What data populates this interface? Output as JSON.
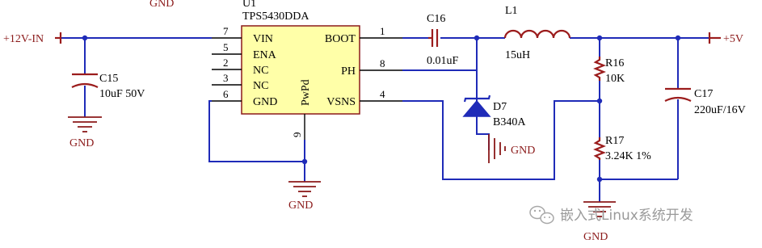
{
  "ic": {
    "ref": "U1",
    "part": "TPS5430DDA",
    "left_pins": [
      {
        "num": "7",
        "name": "VIN"
      },
      {
        "num": "5",
        "name": "ENA"
      },
      {
        "num": "2",
        "name": "NC"
      },
      {
        "num": "3",
        "name": "NC"
      },
      {
        "num": "6",
        "name": "GND"
      }
    ],
    "right_pins": [
      {
        "num": "1",
        "name": "BOOT"
      },
      {
        "num": "8",
        "name": "PH"
      },
      {
        "num": "4",
        "name": "VSNS"
      }
    ],
    "center_label": "PwPd",
    "bottom_pin": "9"
  },
  "nets": {
    "input": "+12V-IN",
    "output": "+5V",
    "ground": "GND"
  },
  "components": {
    "c15": {
      "ref": "C15",
      "value": "10uF 50V"
    },
    "c16": {
      "ref": "C16",
      "value": "0.01uF"
    },
    "l1": {
      "ref": "L1",
      "value": "15uH"
    },
    "d7": {
      "ref": "D7",
      "value": "B340A"
    },
    "r16": {
      "ref": "R16",
      "value": "10K"
    },
    "r17": {
      "ref": "R17",
      "value": "3.24K 1%"
    },
    "c17": {
      "ref": "C17",
      "value": "220uF/16V"
    }
  },
  "watermark": "嵌入式Linux系统开发",
  "colors": {
    "wire": "#1f2bb8",
    "component": "#9b1c1c",
    "ic_fill": "#ffffa8",
    "ground": "#8b1a1a"
  }
}
